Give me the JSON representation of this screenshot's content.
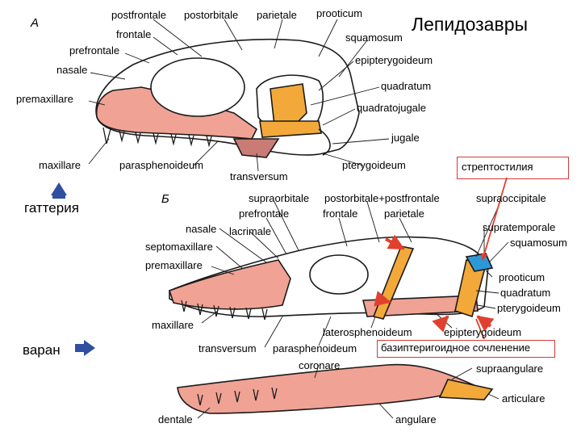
{
  "title": "Лепидозавры",
  "panel_a": {
    "letter": "А",
    "animal": "гаттерия",
    "labels": {
      "postfrontale": "postfrontale",
      "postorbitale": "postorbitale",
      "parietale": "parietale",
      "prooticum": "prooticum",
      "frontale": "frontale",
      "squamosum": "squamosum",
      "prefrontale": "prefrontale",
      "epipterygoideum": "epipterygoideum",
      "nasale": "nasale",
      "quadratum": "quadratum",
      "premaxillare": "premaxillare",
      "quadratojugale": "quadratojugale",
      "jugale": "jugale",
      "maxillare": "maxillare",
      "parasphenoideum": "parasphenoideum",
      "pterygoideum": "pterygoideum",
      "transversum": "transversum"
    }
  },
  "panel_b": {
    "letter": "Б",
    "animal": "варан",
    "streptostyly": "стрептостилия",
    "basipterygoid": "базиптеригоидное сочленение",
    "labels": {
      "supraorbitale": "supraorbitale",
      "postorbitale_postfrontale": "postorbitale+postfrontale",
      "supraoccipitale": "supraoccipitale",
      "prefrontale": "prefrontale",
      "frontale": "frontale",
      "parietale": "parietale",
      "supratemporale": "supratemporale",
      "nasale": "nasale",
      "lacrimale": "lacrimale",
      "squamosum": "squamosum",
      "septomaxillare": "septomaxillare",
      "premaxillare": "premaxillare",
      "prooticum": "prooticum",
      "quadratum": "quadratum",
      "pterygoideum": "pterygoideum",
      "maxillare": "maxillare",
      "laterosphenoideum": "laterosphenoideum",
      "epipterygoideum": "epipterygoideum",
      "transversum": "transversum",
      "parasphenoideum": "parasphenoideum",
      "coronare": "coronare",
      "supraangulare": "supraangulare",
      "articulare": "articulare",
      "dentale": "dentale",
      "angulare": "angulare"
    }
  },
  "colors": {
    "bone_pink": "#f0a294",
    "bone_orange": "#f2a93a",
    "bone_blue": "#2c98d8",
    "dark_pink": "#c97c76",
    "annotation_red": "#e0412f",
    "arrow_blue": "#2f4fa0",
    "outline": "#1a1a1a"
  },
  "icons": {
    "arrow_up": "arrow-up-icon",
    "arrow_right": "arrow-right-icon"
  }
}
